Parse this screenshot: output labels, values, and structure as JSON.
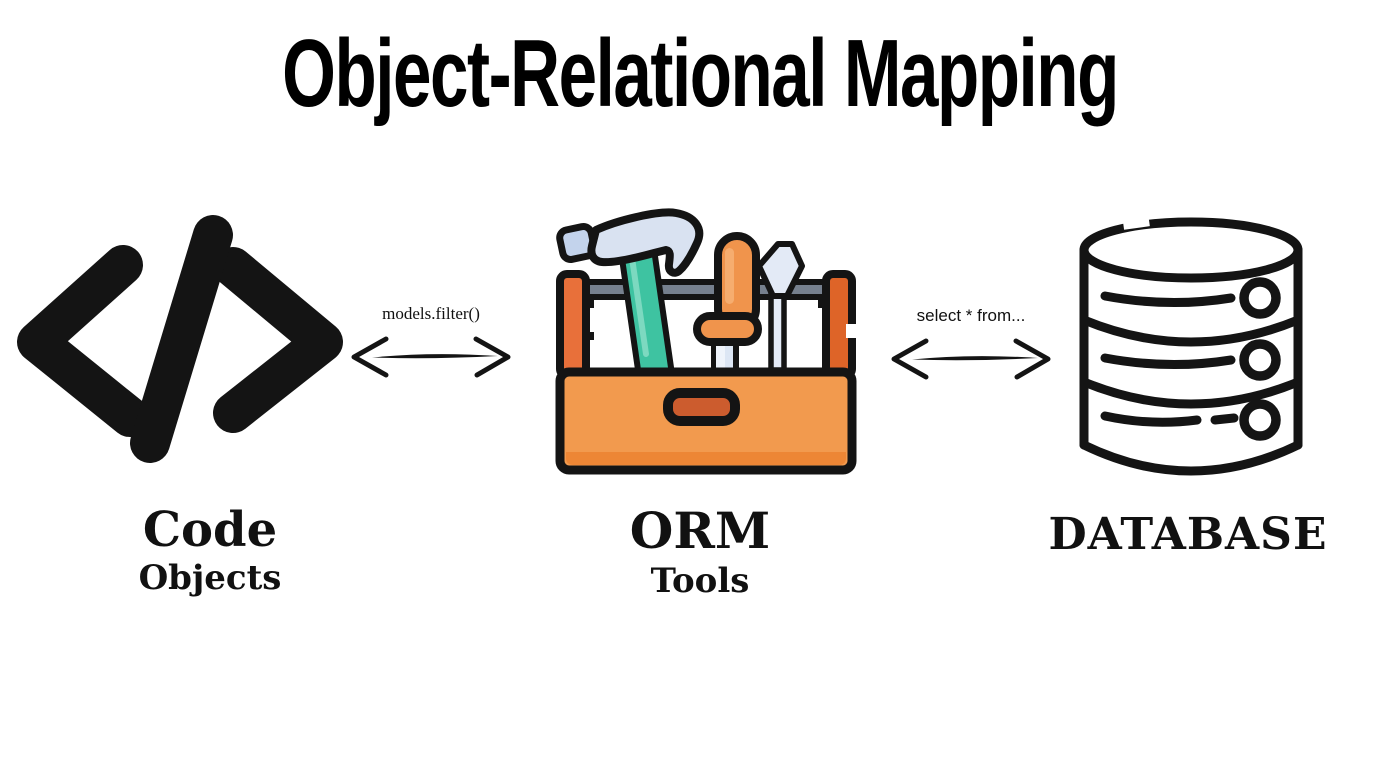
{
  "title": "Object-Relational Mapping",
  "nodes": {
    "code": {
      "label": "Code",
      "sublabel": "Objects"
    },
    "orm": {
      "label": "ORM",
      "sublabel": "Tools"
    },
    "database": {
      "label": "DATABASE"
    }
  },
  "connections": {
    "code_orm": {
      "label": "models.filter()",
      "direction": "bidirectional"
    },
    "orm_database": {
      "label": "select * from...",
      "direction": "bidirectional"
    }
  },
  "colors": {
    "background": "#FFFFFF",
    "ink": "#141414",
    "toolbox_orange": "#F29A4E",
    "toolbox_orange_dark": "#DE6428",
    "toolbox_orange_wall": "#E8703A",
    "toolbox_handle_inner": "#CC5C2E",
    "toolbox_bottom_strip": "#ED8635",
    "rail_gray": "#76808E",
    "hammer_teal": "#3EC3A1",
    "hammer_teal_light": "#7CD9C0",
    "tool_light_blue": "#D9E2F1",
    "tool_pale_blue": "#E3EAF6",
    "grip_blue": "#C3D3EC",
    "screwdriver_orange": "#F0944C",
    "screwdriver_highlight": "#F6AD6F"
  }
}
